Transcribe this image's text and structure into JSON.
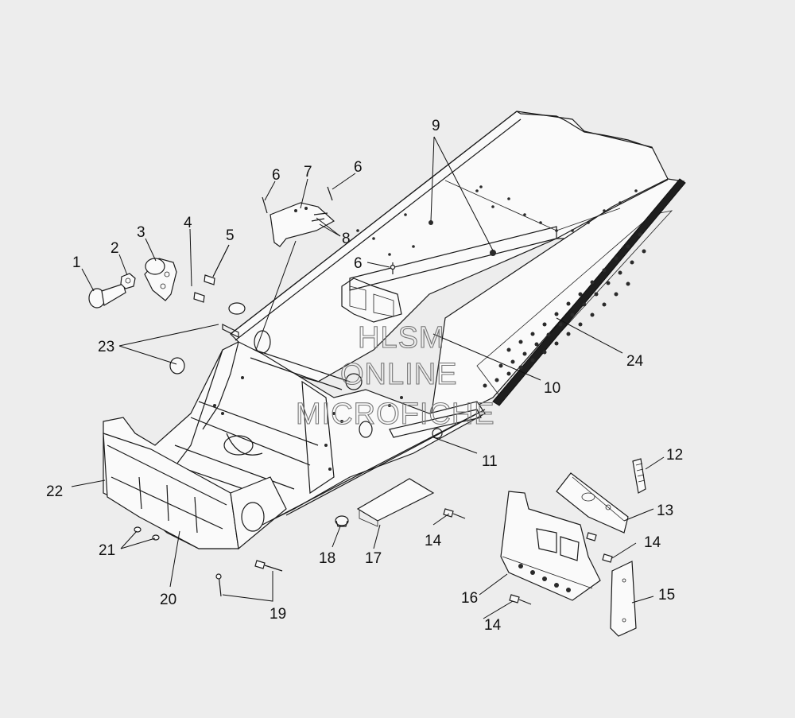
{
  "callouts": {
    "c1": "1",
    "c2": "2",
    "c3": "3",
    "c4": "4",
    "c5": "5",
    "c6a": "6",
    "c6b": "6",
    "c6c": "6",
    "c7": "7",
    "c8": "8",
    "c9": "9",
    "c10": "10",
    "c11": "11",
    "c12": "12",
    "c13": "13",
    "c14a": "14",
    "c14b": "14",
    "c14c": "14",
    "c15": "15",
    "c16": "16",
    "c17": "17",
    "c18": "18",
    "c19": "19",
    "c20": "20",
    "c21": "21",
    "c22": "22",
    "c23": "23",
    "c24": "24"
  },
  "watermark": {
    "line1": "HLSM",
    "line2": "ONLINE",
    "line3": "MICROFICHE"
  }
}
